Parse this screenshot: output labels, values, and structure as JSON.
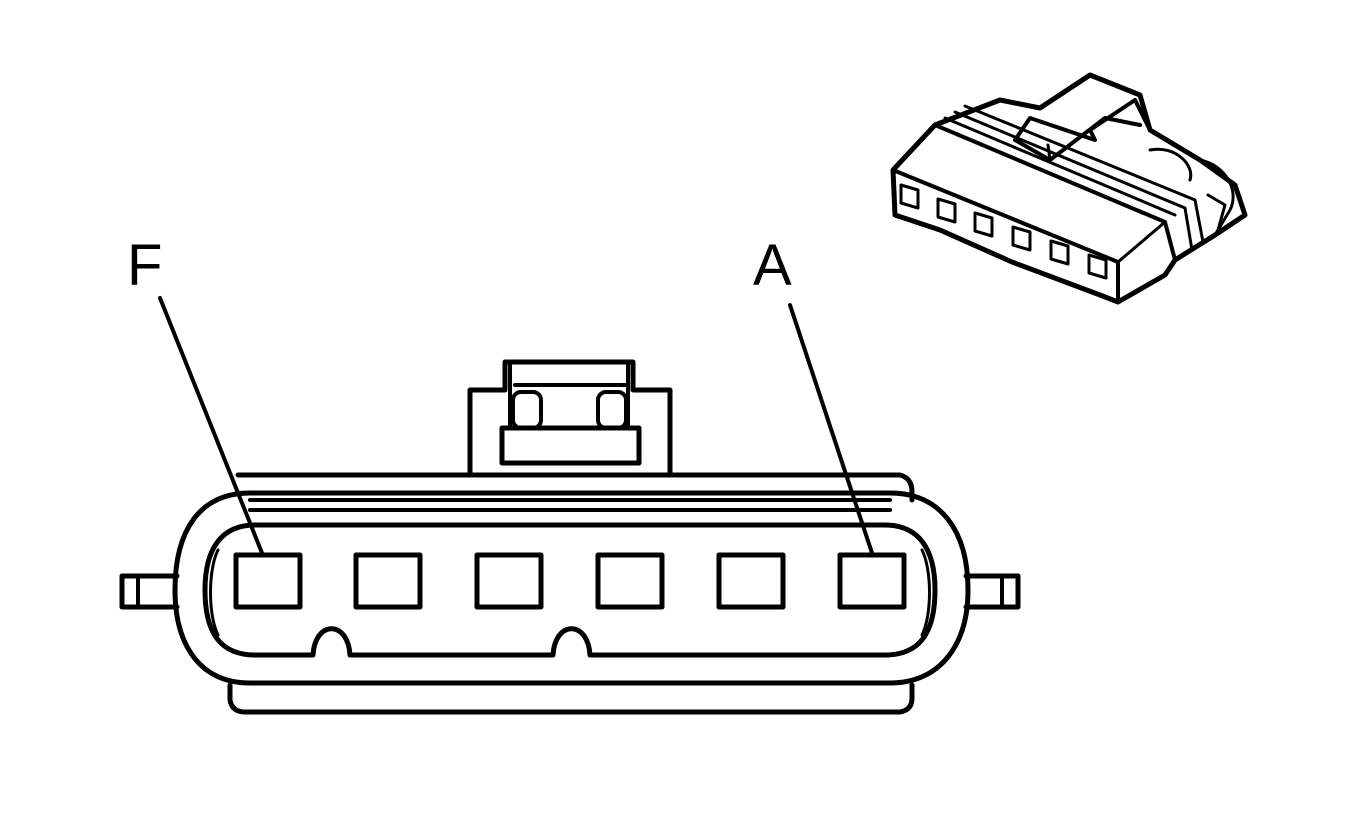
{
  "diagram": {
    "labels": {
      "pin_f": "F",
      "pin_a": "A"
    },
    "cavity_count": 6
  }
}
